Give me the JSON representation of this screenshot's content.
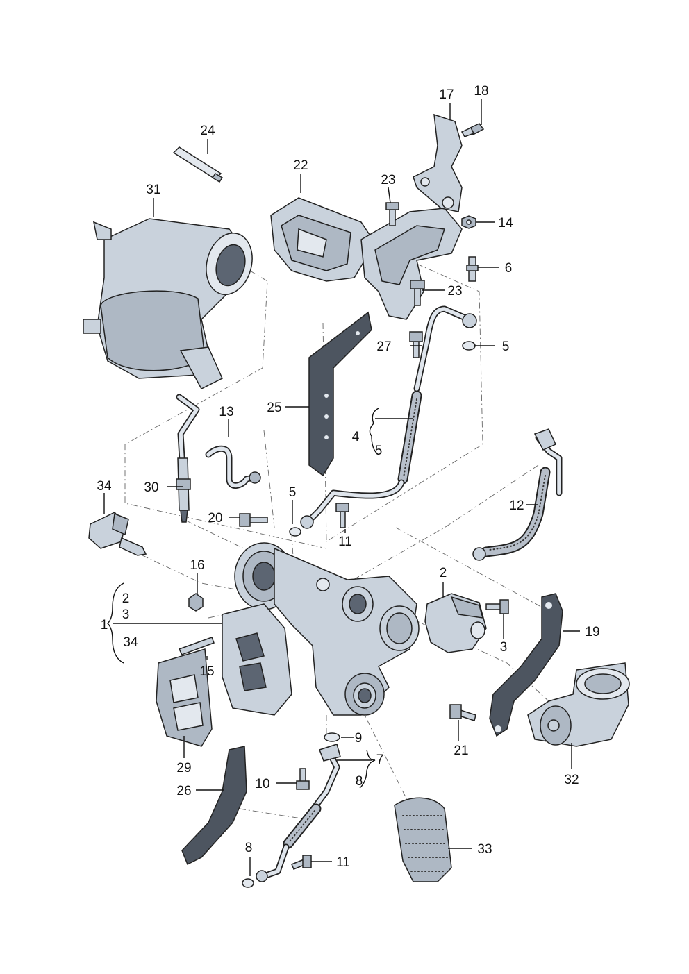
{
  "callouts": {
    "c1": "1",
    "c2a": "2",
    "c3a": "3",
    "c34a": "34",
    "c2": "2",
    "c3": "3",
    "c4": "4",
    "c5a": "5",
    "c5b": "5",
    "c5c": "5",
    "c6": "6",
    "c7": "7",
    "c8a": "8",
    "c9": "9",
    "c8b": "8",
    "c10": "10",
    "c11a": "11",
    "c11b": "11",
    "c12": "12",
    "c13": "13",
    "c14": "14",
    "c15": "15",
    "c16": "16",
    "c17": "17",
    "c18": "18",
    "c19": "19",
    "c20": "20",
    "c21": "21",
    "c22": "22",
    "c23a": "23",
    "c23b": "23",
    "c24": "24",
    "c25": "25",
    "c26": "26",
    "c27": "27",
    "c29": "29",
    "c30": "30",
    "c31": "31",
    "c32": "32",
    "c33": "33",
    "c34": "34"
  }
}
